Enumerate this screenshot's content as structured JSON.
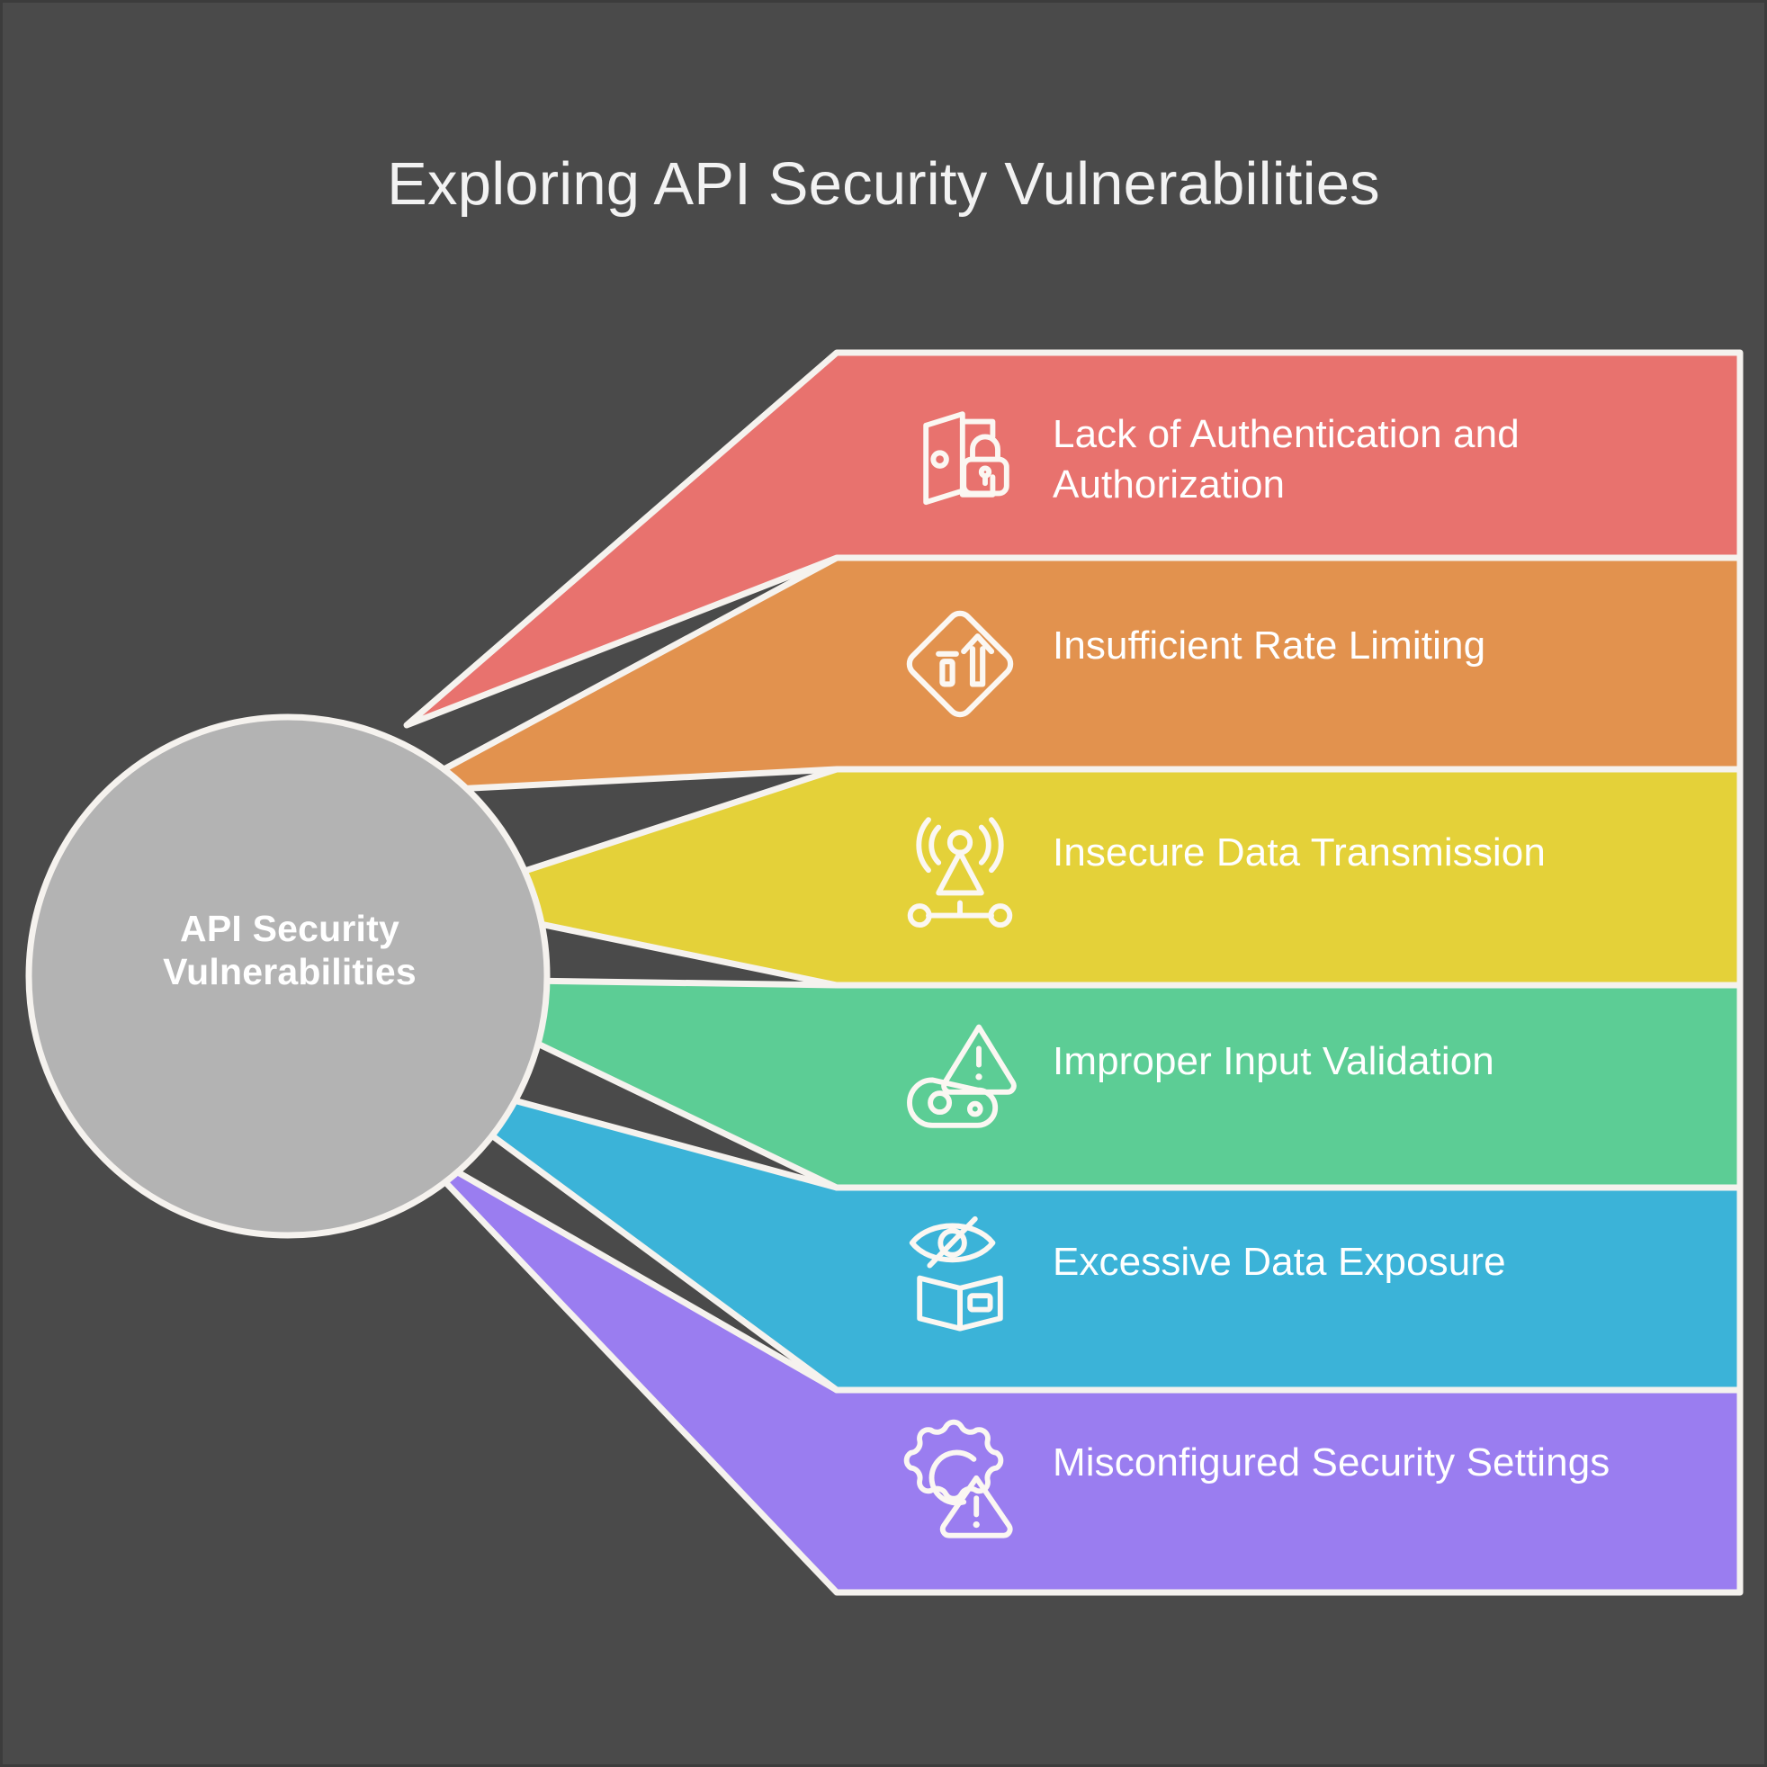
{
  "page": {
    "title": "Exploring API Security Vulnerabilities",
    "background_color": "#4a4a4a",
    "title_color": "#f2f2f2",
    "stroke_color": "#f5f2ee"
  },
  "hub": {
    "label_line1": "API Security",
    "label_line2": "Vulnerabilities",
    "fill_color": "#b3b3b3",
    "text_color": "#ffffff"
  },
  "rows": [
    {
      "index": 1,
      "label": "Lack of Authentication and Authorization",
      "label_line1": "Lack of Authentication and",
      "label_line2": "Authorization",
      "color": "#e8726e",
      "icon": "door-lock-icon"
    },
    {
      "index": 2,
      "label": "Insufficient Rate Limiting",
      "label_line1": "Insufficient Rate Limiting",
      "label_line2": "",
      "color": "#e2924e",
      "icon": "rate-limit-diamond-icon"
    },
    {
      "index": 3,
      "label": "Insecure Data Transmission",
      "label_line1": "Insecure Data Transmission",
      "label_line2": "",
      "color": "#e4d139",
      "icon": "broadcast-antenna-icon"
    },
    {
      "index": 4,
      "label": "Improper Input Validation",
      "label_line1": "Improper Input Validation",
      "label_line2": "",
      "color": "#5ccd95",
      "icon": "warning-form-icon"
    },
    {
      "index": 5,
      "label": "Excessive Data Exposure",
      "label_line1": "Excessive Data Exposure",
      "label_line2": "",
      "color": "#3bb3d8",
      "icon": "eye-slash-book-icon"
    },
    {
      "index": 6,
      "label": "Misconfigured Security Settings",
      "label_line1": "Misconfigured Security Settings",
      "label_line2": "",
      "color": "#9a7df0",
      "icon": "gear-warning-icon"
    }
  ]
}
